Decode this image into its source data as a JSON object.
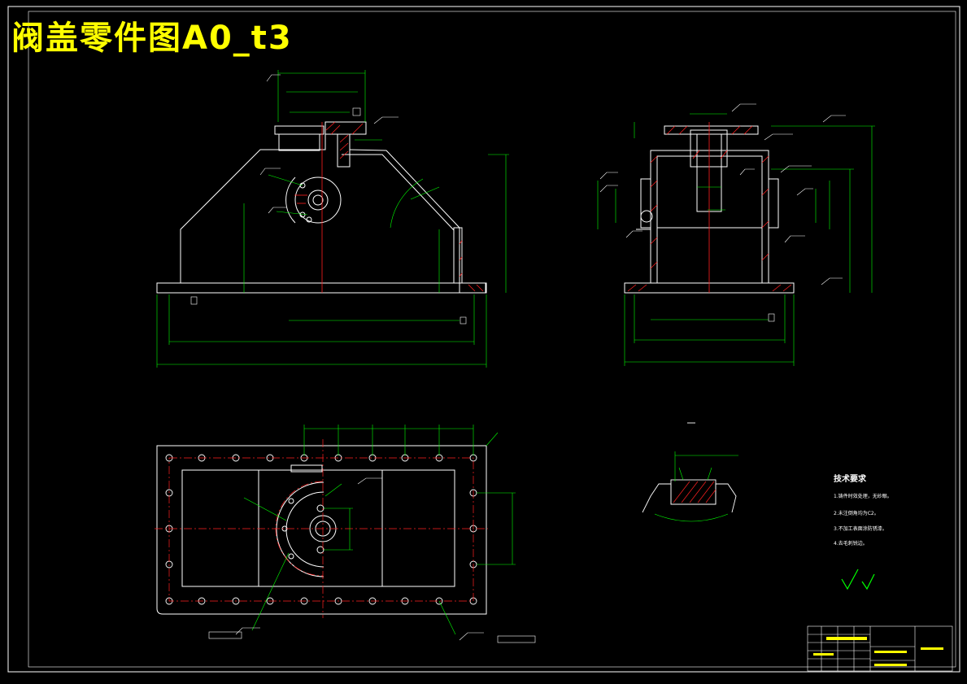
{
  "drawing": {
    "title": "阀盖零件图A0_t3",
    "colors": {
      "outline": "#ffffff",
      "dimension": "#00ff00",
      "centerline": "#ff0000",
      "hatch": "#ff2020",
      "title_text": "#ffff00",
      "frame": "#ffffff",
      "background": "#000000"
    },
    "technical_requirements": {
      "heading": "技术要求",
      "items": [
        "1.铸件时效处理，无砂眼。",
        "2.未注倒角均为C2。",
        "3.不加工表面涂防锈漆。",
        "4.去毛刺锐边。"
      ]
    },
    "views": [
      "front-view",
      "side-view",
      "top-view",
      "section-detail",
      "title-block"
    ]
  }
}
